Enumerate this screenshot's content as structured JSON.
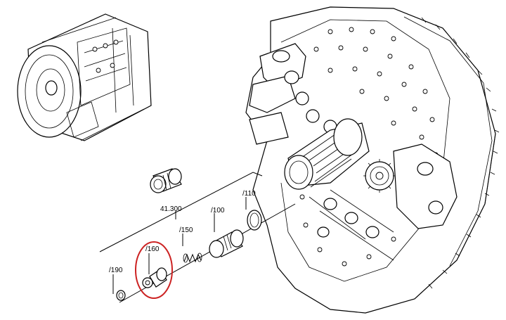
{
  "callouts": {
    "p41300": "41.300",
    "p110": "/110",
    "p100": "/100",
    "p150": "/150",
    "p160": "/160",
    "p190": "/190"
  },
  "highlight": {
    "target": "/160",
    "color": "#cc2222"
  }
}
